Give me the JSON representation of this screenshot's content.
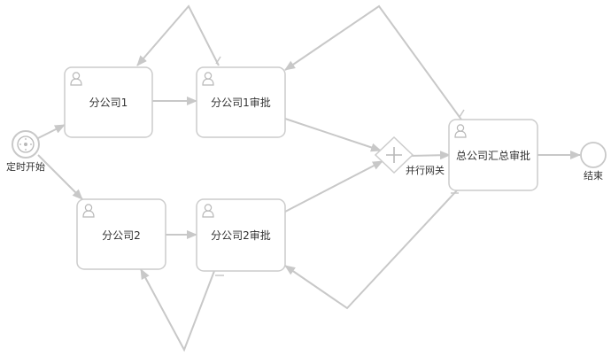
{
  "diagram": {
    "nodes": {
      "start": {
        "label": "定时开始"
      },
      "branch1": {
        "label": "分公司1"
      },
      "approve1": {
        "label": "分公司1审批"
      },
      "branch2": {
        "label": "分公司2"
      },
      "approve2": {
        "label": "分公司2审批"
      },
      "gateway": {
        "label": "并行网关"
      },
      "summary": {
        "label": "总公司汇总审批"
      },
      "end": {
        "label": "结束"
      }
    },
    "icons": {
      "task": "user-icon",
      "timer": "clock-icon",
      "gateway": "plus-icon"
    },
    "colors": {
      "stroke": "#c8c8c8",
      "border": "#cccccc",
      "text": "#333333",
      "icon": "#b8b8b8"
    }
  }
}
